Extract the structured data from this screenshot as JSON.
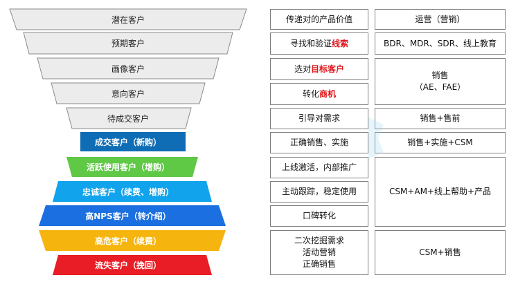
{
  "funnel": [
    {
      "label": "潜在客户",
      "fill": "#ececec",
      "text_color": "#222222"
    },
    {
      "label": "预期客户",
      "fill": "#ececec",
      "text_color": "#222222"
    },
    {
      "label": "画像客户",
      "fill": "#ececec",
      "text_color": "#222222"
    },
    {
      "label": "意向客户",
      "fill": "#ececec",
      "text_color": "#222222"
    },
    {
      "label": "待成交客户",
      "fill": "#ececec",
      "text_color": "#222222"
    },
    {
      "label": "成交客户（新购）",
      "fill": "#0e6db5",
      "text_color": "#ffffff"
    },
    {
      "label": "活跃使用客户（增购）",
      "fill": "#5fc845",
      "text_color": "#ffffff"
    },
    {
      "label": "忠诚客户（续费、增购）",
      "fill": "#11a3ec",
      "text_color": "#ffffff"
    },
    {
      "label": "高NPS客户（转介绍）",
      "fill": "#1b6fe0",
      "text_color": "#ffffff"
    },
    {
      "label": "高危客户（续费）",
      "fill": "#f6b40f",
      "text_color": "#ffffff"
    },
    {
      "label": "流失客户（挽回）",
      "fill": "#e81d25",
      "text_color": "#ffffff"
    }
  ],
  "actions": [
    {
      "lines": [
        [
          {
            "t": "传递对的产品价值",
            "h": false
          }
        ]
      ]
    },
    {
      "lines": [
        [
          {
            "t": "寻找和验证",
            "h": false
          },
          {
            "t": "线索",
            "h": true
          }
        ]
      ]
    },
    {
      "lines": [
        [
          {
            "t": "选对",
            "h": false
          },
          {
            "t": "目标客户",
            "h": true
          }
        ]
      ]
    },
    {
      "lines": [
        [
          {
            "t": "转化",
            "h": false
          },
          {
            "t": "商机",
            "h": true
          }
        ]
      ]
    },
    {
      "lines": [
        [
          {
            "t": "引导对需求",
            "h": false
          }
        ]
      ]
    },
    {
      "lines": [
        [
          {
            "t": "正确销售、实施",
            "h": false
          }
        ]
      ]
    },
    {
      "lines": [
        [
          {
            "t": "上线激活，内部推广",
            "h": false
          }
        ]
      ]
    },
    {
      "lines": [
        [
          {
            "t": "主动跟踪，稳定使用",
            "h": false
          }
        ]
      ]
    },
    {
      "lines": [
        [
          {
            "t": "口碑转化",
            "h": false
          }
        ]
      ]
    },
    {
      "lines": [
        [
          {
            "t": "二次挖掘需求",
            "h": false
          }
        ],
        [
          {
            "t": "活动营销",
            "h": false
          }
        ],
        [
          {
            "t": "正确销售",
            "h": false
          }
        ]
      ]
    }
  ],
  "roles": [
    {
      "lines": [
        "运营（营销）"
      ]
    },
    {
      "lines": [
        "BDR、MDR、SDR、线上教育"
      ]
    },
    {
      "lines": [
        "销售",
        "（AE、FAE）"
      ]
    },
    {
      "lines": [
        "销售+售前"
      ]
    },
    {
      "lines": [
        "销售+实施+CSM"
      ]
    },
    {
      "lines": [
        "CSM+AM+线上帮助+产品"
      ]
    },
    {
      "lines": [
        "CSM+销售"
      ]
    }
  ],
  "colors": {
    "box_border": "#7f7f7f",
    "highlight": "#e0171c",
    "funnel_stroke": "#8a8a8a"
  }
}
